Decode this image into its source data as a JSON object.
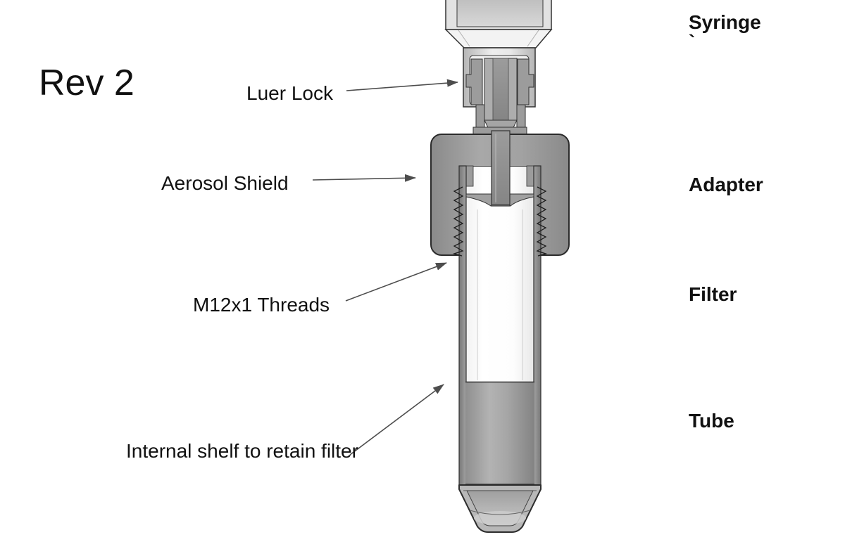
{
  "title": "Rev 2",
  "callouts": {
    "luer_lock": "Luer Lock",
    "aerosol_shield": "Aerosol Shield",
    "threads": "M12x1 Threads",
    "internal_shelf": "Internal shelf to retain filter"
  },
  "part_labels": {
    "syringe": "Syringe",
    "stray_mark": "`",
    "adapter": "Adapter",
    "filter": "Filter",
    "tube": "Tube"
  },
  "drawing_parts": {
    "description": "Cross-section CAD view of syringe connected via luer lock to a threaded aerosol-shield adapter holding a filter inside a conical-bottom tube"
  },
  "colors": {
    "background": "#ffffff",
    "text": "#111111",
    "arrow": "#4d4d4d",
    "outline": "#2f2f2f",
    "adapter_gray": "#9c9c9c",
    "syringe_light": "#e2e2e2",
    "tube_wall_gray": "#8a8a8a",
    "plug_gray": "#a2a2a2"
  }
}
